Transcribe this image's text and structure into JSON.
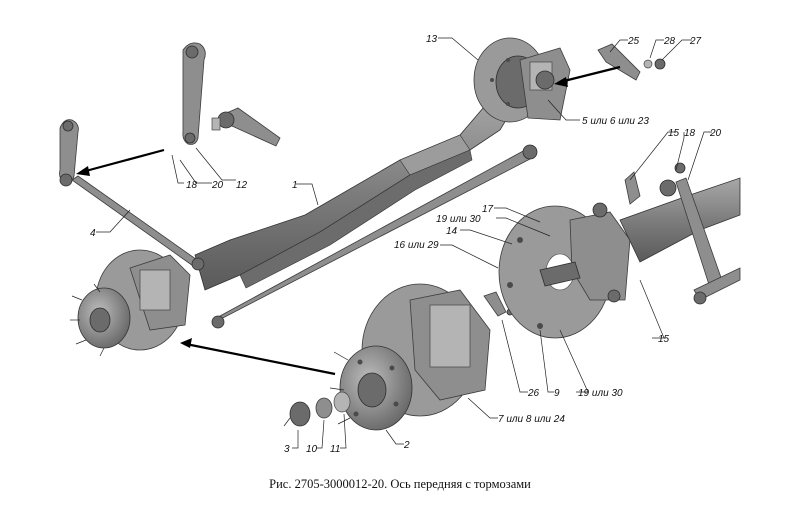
{
  "caption": "Рис. 2705-3000012-20. Ось передняя с тормозами",
  "labels": {
    "l1": "1",
    "l2": "2",
    "l3": "3",
    "l4": "4",
    "l5": "5 или 6 или 23",
    "l7": "7 или 8 или 24",
    "l9": "9",
    "l10": "10",
    "l11": "11",
    "l12": "12",
    "l13": "13",
    "l14": "14",
    "l15a": "15",
    "l15b": "15",
    "l16": "16 или 29",
    "l17": "17",
    "l18a": "18",
    "l18b": "18",
    "l19a": "19 или 30",
    "l19b": "19 или 30",
    "l20a": "20",
    "l20b": "20",
    "l25": "25",
    "l26": "26",
    "l27": "27",
    "l28": "28"
  }
}
